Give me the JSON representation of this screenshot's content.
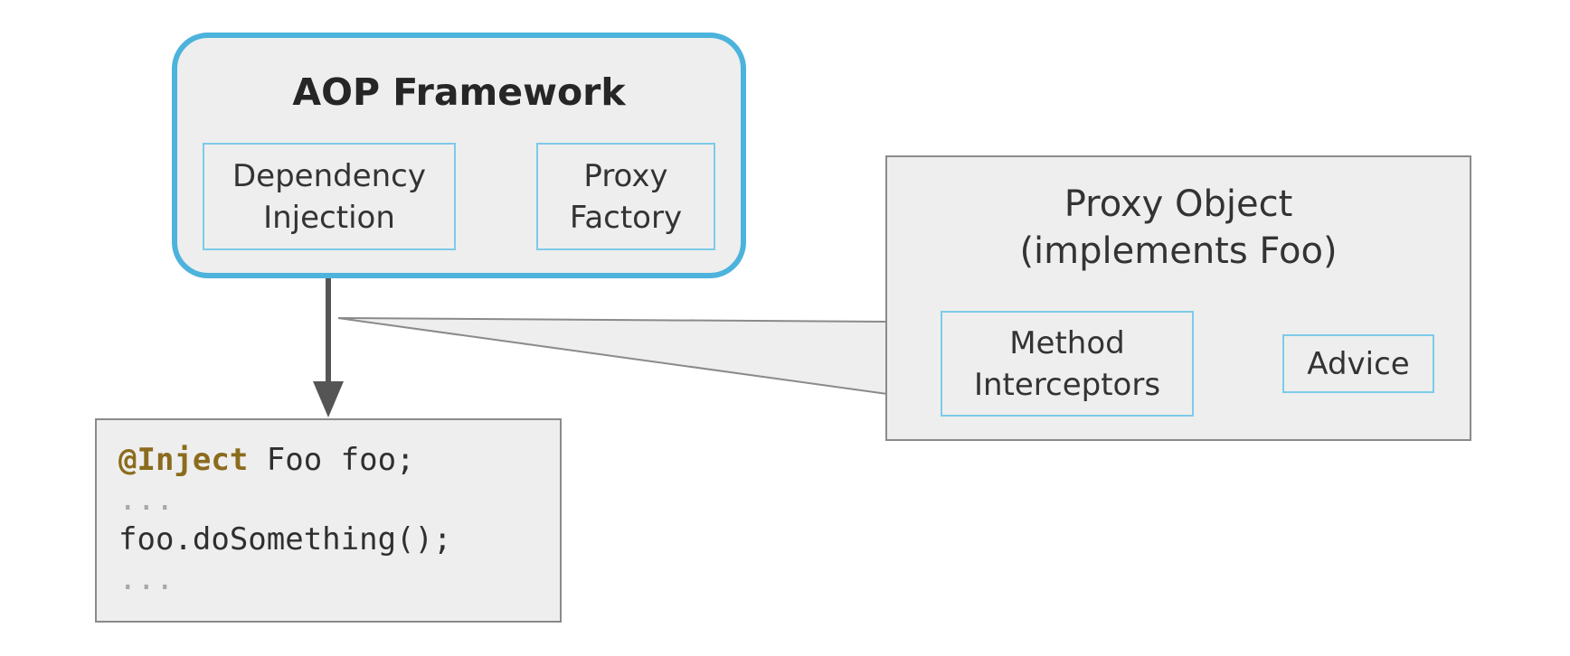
{
  "aop_framework": {
    "title": "AOP Framework",
    "dependency_injection": "Dependency\nInjection",
    "proxy_factory": "Proxy\nFactory"
  },
  "proxy_object": {
    "title": "Proxy Object\n(implements Foo)",
    "method_interceptors": "Method\nInterceptors",
    "advice": "Advice"
  },
  "code": {
    "annotation": "@Inject",
    "declaration": " Foo foo;",
    "ellipsis_1": "...",
    "call": "foo.doSomething();",
    "ellipsis_2": "..."
  },
  "colors": {
    "framework_border": "#4cb3dc",
    "inner_border": "#7ccbe8",
    "box_fill": "#eeeeee",
    "arrow": "#555555",
    "annotation": "#8b6b1d"
  }
}
